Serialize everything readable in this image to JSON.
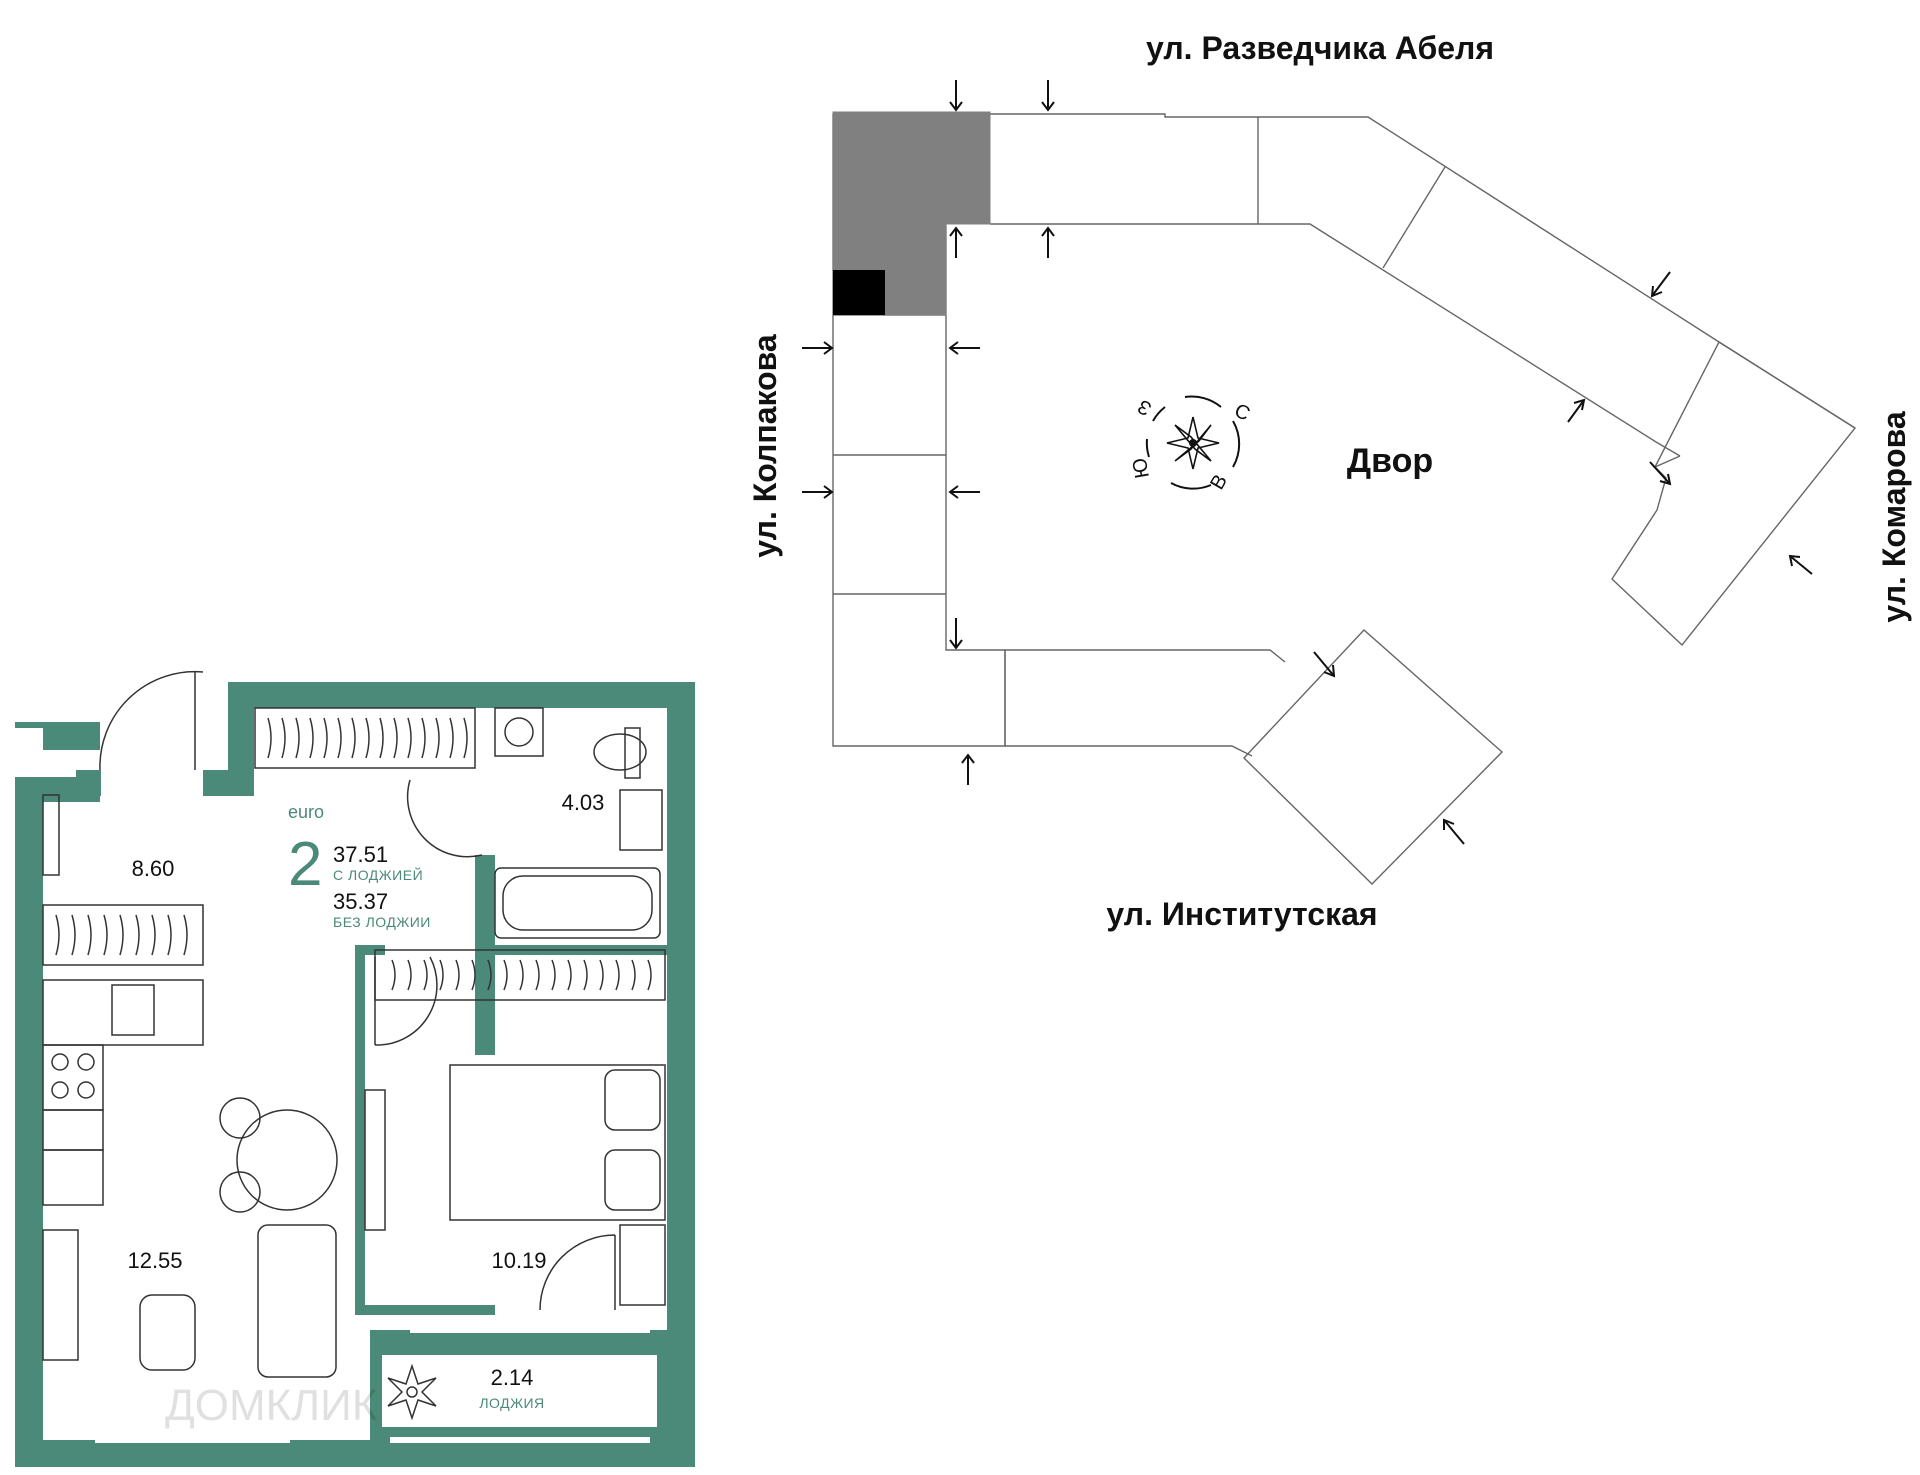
{
  "site_plan": {
    "streets": {
      "north": "ул. Разведчика Абеля",
      "west": "ул. Колпакова",
      "east": "ул. Комарова",
      "south": "ул. Институтская"
    },
    "courtyard_label": "Двор",
    "compass": {
      "north": "С",
      "east": "В",
      "south": "Ю",
      "west": "З"
    }
  },
  "apartment": {
    "brand_tag": "euro",
    "rooms_count": "2",
    "area_with_loggia": "37.51",
    "with_loggia_caption": "С ЛОДЖИЕЙ",
    "area_without_loggia": "35.37",
    "without_loggia_caption": "БЕЗ ЛОДЖИИ",
    "rooms": {
      "hall": "8.60",
      "bathroom": "4.03",
      "kitchen_living": "12.55",
      "bedroom": "10.19",
      "loggia": "2.14",
      "loggia_caption": "ЛОДЖИЯ"
    }
  },
  "watermark": "ДОМКЛИК",
  "colors": {
    "wall": "#4b8a78",
    "highlight_section": "#808080",
    "apartment_marker": "#000000",
    "lines": "#555555"
  }
}
